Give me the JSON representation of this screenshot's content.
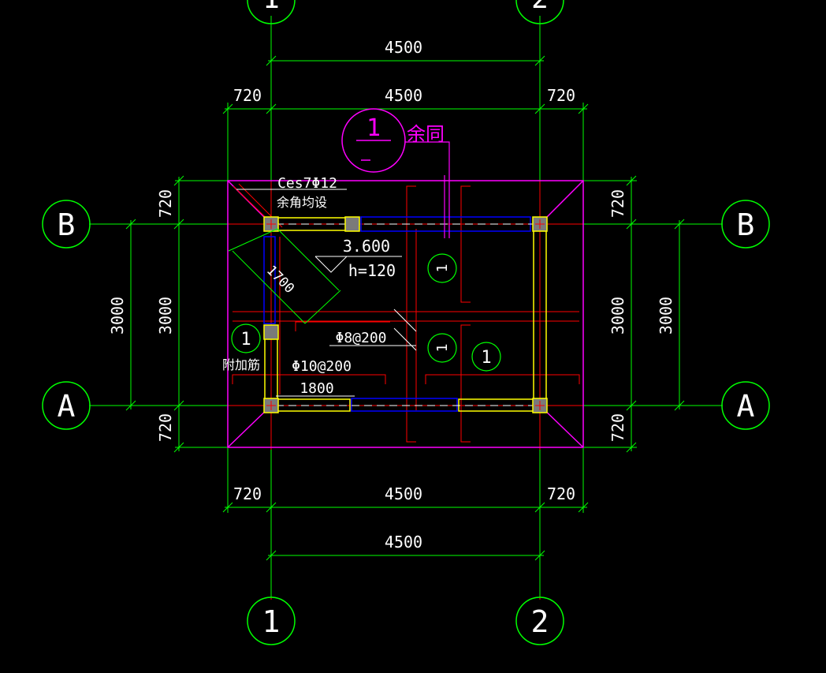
{
  "colors": {
    "background": "#000000",
    "dimension": "#00ff00",
    "axis": "#ff0000",
    "slab_edge": "#ff00ff",
    "beam_blue": "#0000ff",
    "beam_yellow": "#ffff00",
    "rebar_red": "#ff0000",
    "column_fill": "#7a7a7a",
    "text": "#ffffff",
    "section_mark": "#ff00ff"
  },
  "grid_labels": {
    "col_1": "1",
    "col_2": "2",
    "row_A": "A",
    "row_B": "B"
  },
  "dims": {
    "overall_span": "4500",
    "bay_span": "4500",
    "overhang": "720",
    "row_span": "3000"
  },
  "annotations": {
    "corner_rebar_spec": "Ces7Φ12",
    "corner_rebar_note": "余角均设",
    "level": "3.600",
    "slab_thickness": "h=120",
    "diagonal_dim": "1700",
    "detail_mark": "1",
    "extra_bar": "附加筋",
    "rebar_spacing_8": "Φ8@200",
    "rebar_spacing_10": "Φ10@200",
    "length_1800": "1800"
  },
  "section": {
    "number": "1",
    "note": "余同"
  }
}
